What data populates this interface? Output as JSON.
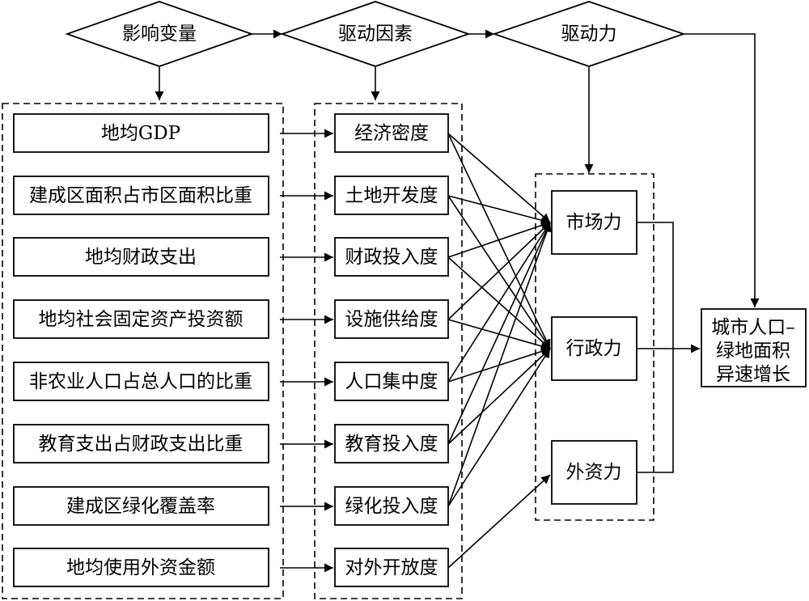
{
  "header": {
    "influence_variables": "影响变量",
    "driving_factors": "驱动因素",
    "driving_forces": "驱动力"
  },
  "variables": [
    "地均GDP",
    "建成区面积占市区面积比重",
    "地均财政支出",
    "地均社会固定资产投资额",
    "非农业人口占总人口的比重",
    "教育支出占财政支出比重",
    "建成区绿化覆盖率",
    "地均使用外资金额"
  ],
  "factors": [
    "经济密度",
    "土地开发度",
    "财政投入度",
    "设施供给度",
    "人口集中度",
    "教育投入度",
    "绿化投入度",
    "对外开放度"
  ],
  "forces": [
    "市场力",
    "行政力",
    "外资力"
  ],
  "outcome": [
    "城市人口–",
    "绿地面积",
    "异速增长"
  ]
}
